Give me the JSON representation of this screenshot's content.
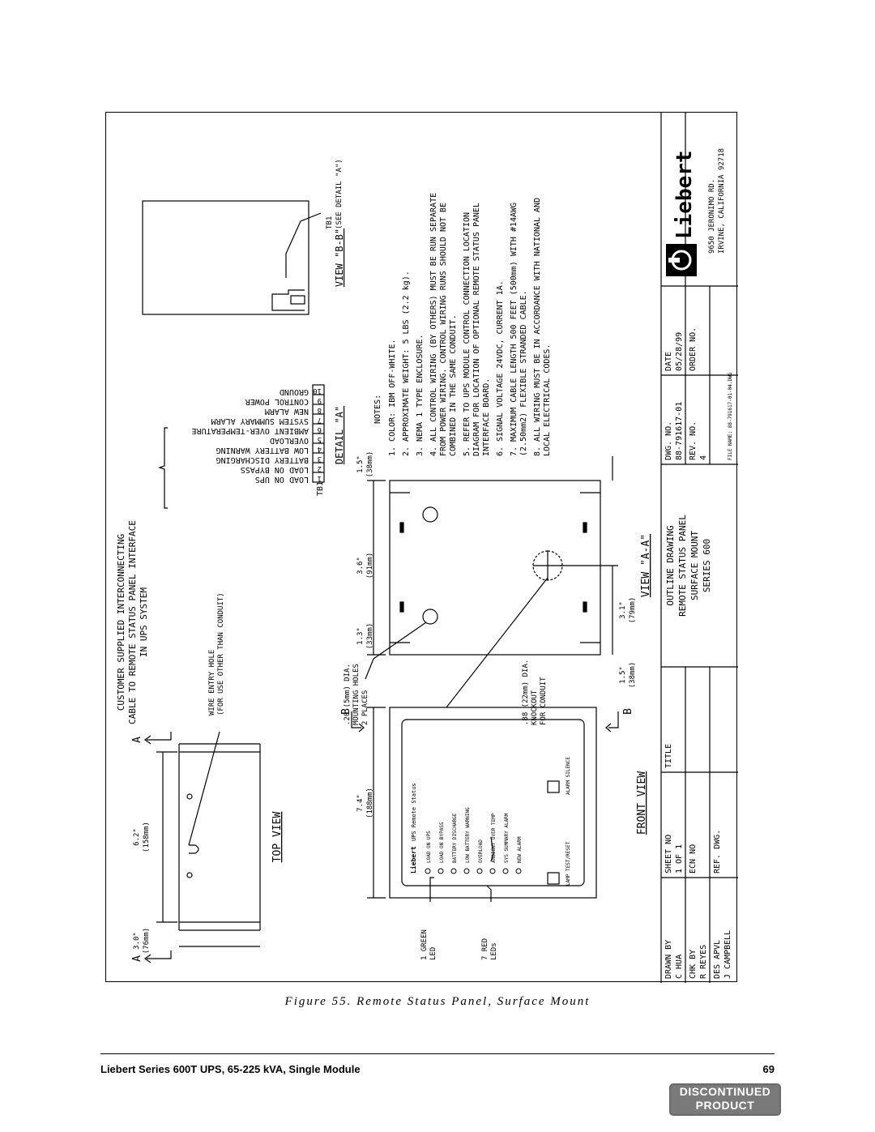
{
  "drawing": {
    "interconnect_title": [
      "CUSTOMER SUPPLIED INTERCONNECTING",
      "CABLE TO REMOTE STATUS PANEL INTERFACE",
      "IN UPS SYSTEM"
    ],
    "terminal_labels": [
      "GROUND",
      "CONTROL POWER",
      "NEW ALARM",
      "SYSTEM SUMMARY ALARM",
      "AMBIENT OVER-TEMPERATURE",
      "OVERLOAD",
      "LOW BATTERY WARNING",
      "BATTERY DISCHARGING",
      "LOAD ON BYPASS",
      "LOAD ON UPS"
    ],
    "terminal_numbers": [
      "10",
      "9",
      "8",
      "7",
      "6",
      "5",
      "4",
      "3",
      "2",
      "1"
    ],
    "tb1": "TB1",
    "detail_a": "DETAIL \"A\"",
    "tb1_callout": [
      "TB1",
      "(SEE DETAIL \"A\")"
    ],
    "view_bb": "VIEW \"B-B\"",
    "notes_title": "NOTES:",
    "notes": [
      "1. COLOR: IBM OFF-WHITE.",
      "2. APPROXIMATE WEIGHT: 5 LBS (2.2 kg).",
      "3. NEMA 1 TYPE ENCLOSURE.",
      "4. ALL CONTROL WIRING (BY OTHERS) MUST BE RUN SEPARATE",
      "FROM POWER WIRING. CONTROL WIRING RUNS SHOULD NOT BE",
      "COMBINED IN THE SAME CONDUIT.",
      "5. REFER TO UPS MODULE CONTROL CONNECTION LOCATION",
      "DIAGRAM FOR    LOCATION OF OPTIONAL REMOTE STATUS PANEL",
      "INTERFACE BOARD.",
      "6. SIGNAL VOLTAGE 24VDC, CURRENT 1A.",
      "7. MAXIMUM CABLE LENGTH 500 FEET (500mm) WITH #14AWG",
      "(2.50mm2) FLEXIBLE STRANDED CABLE.",
      "8. ALL WIRING MUST BE IN ACCORDANCE WITH NATIONAL AND",
      "LOCAL ELECTRICAL CODES."
    ],
    "wire_entry": [
      "WIRE ENTRY HOLE",
      "(FOR USE OTHER THAN CONDUIT)"
    ],
    "mounting_holes": [
      ".20 (5mm) DIA.",
      "MOUNTING HOLES",
      "2 PLACES"
    ],
    "knockout": [
      ".88 (22mm) DIA.",
      "KNOCKOUT",
      "FOR CONDUIT"
    ],
    "dims": {
      "d1_5a": "1.5\"",
      "d1_5a_mm": "(38mm)",
      "d3_6": "3.6\"",
      "d3_6_mm": "(91mm)",
      "d1_3": "1.3\"",
      "d1_3_mm": "(33mm)",
      "d3_1": "3.1\"",
      "d3_1_mm": "(79mm)",
      "d1_5b": "1.5\"",
      "d1_5b_mm": "(38mm)",
      "d7_4": "7.4\"",
      "d7_4_mm": "(188mm)",
      "d6_2": "6.2\"",
      "d6_2_mm": "(158mm)",
      "d3_0": "3.0\"",
      "d3_0_mm": "(76mm)"
    },
    "view_aa": "VIEW \"A-A\"",
    "top_view": "TOP VIEW",
    "front_view": "FRONT VIEW",
    "section_a": "A",
    "section_b": "B",
    "panel": {
      "brand": "Liebert",
      "title": "UPS Remote Status",
      "leds": [
        "LOAD ON UPS",
        "LOAD ON BYPASS",
        "BATTERY DISCHARGE",
        "LOW BATTERY WARNING",
        "OVERLOAD",
        "AMBIENT OVER TEMP",
        "SYS SUMMARY ALARM",
        "NEW ALARM"
      ],
      "lamp_test": "LAMP TEST/RESET",
      "alarm_silence": "ALARM SILENCE"
    },
    "green_led": [
      "1 GREEN",
      "LED"
    ],
    "red_leds": [
      "7 RED",
      "LEDs"
    ],
    "title_block": {
      "drawn_by_label": "DRAWN BY",
      "drawn_by": "C HUA",
      "chk_by_label": "CHK BY",
      "chk_by": "R REYES",
      "des_apvl_label": "DES APVL",
      "des_apvl": "J CAMPBELL",
      "sheet_no_label": "SHEET NO",
      "sheet_no": "1 OF 1",
      "ecn_no_label": "ECN NO",
      "ref_dwg_label": "REF. DWG.",
      "title_label": "TITLE",
      "title_lines": [
        "OUTLINE DRAWING",
        "REMOTE STATUS PANEL",
        "SURFACE MOUNT",
        "SERIES 600"
      ],
      "dwg_no_label": "DWG. NO.",
      "dwg_no": "88-791617-01",
      "date_label": "DATE",
      "date": "05/28/99",
      "rev_no_label": "REV. NO.",
      "rev_no": "4",
      "order_no_label": "ORDER NO.",
      "company": "Liebert",
      "address": [
        "9650 JERONIMO RD.",
        "IRVINE, CALIFORNIA 92718"
      ],
      "file_name": "FILE NAME: 88-791617-01-04.DWG"
    }
  },
  "caption": "Figure 55. Remote Status Panel, Surface Mount",
  "footer": {
    "title": "Liebert Series 600T UPS, 65-225 kVA, Single Module",
    "page": "69"
  },
  "stamp": [
    "DISCONTINUED",
    "PRODUCT"
  ]
}
